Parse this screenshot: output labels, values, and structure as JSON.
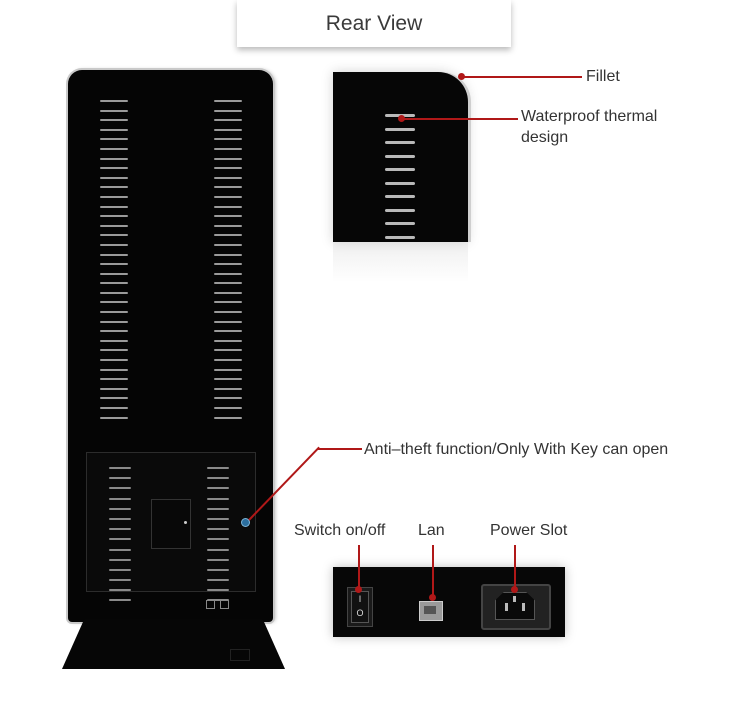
{
  "title": "Rear View",
  "labels": {
    "fillet": "Fillet",
    "waterproof_line1": "Waterproof thermal",
    "waterproof_line2": "design",
    "antitheft": "Anti–theft function/Only With Key can open",
    "switch": "Switch on/off",
    "lan": "Lan",
    "power": "Power Slot"
  },
  "switch_symbols": {
    "on": "I",
    "off": "O"
  },
  "colors": {
    "callout_line": "#b01818",
    "device_body": "#050505",
    "label_text": "#333333",
    "lock": "#2b6e9e"
  },
  "icons": [
    "kiosk-rear",
    "fillet-zoom",
    "rocker-switch-icon",
    "lan-port-icon",
    "power-socket-icon",
    "key-lock-icon"
  ]
}
